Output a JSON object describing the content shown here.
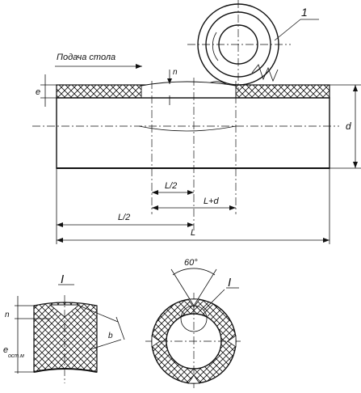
{
  "labels": {
    "feed": "Подача стола",
    "callout_1": "1",
    "dim_n": "n",
    "dim_e": "e",
    "dim_d": "d",
    "dim_L2_short": "L/2",
    "dim_Lpd": "L+d",
    "dim_L2_long": "L/2",
    "dim_L": "L",
    "section_ref_left": "I",
    "section_ref_right": "I",
    "angle": "60°",
    "detail_n": "n",
    "detail_e": "e",
    "detail_e_sub": "ост.м",
    "detail_b": "b"
  }
}
